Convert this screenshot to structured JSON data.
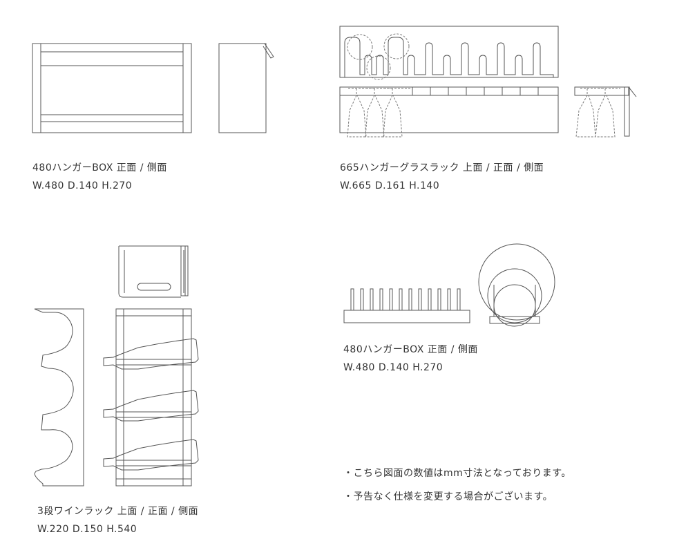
{
  "colors": {
    "line": "#555555",
    "text": "#333333",
    "background": "#ffffff"
  },
  "products": [
    {
      "title": "480ハンガーBOX 正面 / 側面",
      "dims": "W.480 D.140 H.270"
    },
    {
      "title": "665ハンガーグラスラック 上面 / 正面 / 側面",
      "dims": "W.665 D.161 H.140"
    },
    {
      "title": "3段ワインラック 上面 / 正面 / 側面",
      "dims": "W.220 D.150 H.540"
    },
    {
      "title": "480ハンガーBOX 正面 / 側面",
      "dims": "W.480 D.140 H.270"
    }
  ],
  "notes": [
    "・こちら図面の数値はmm寸法となっております。",
    "・予告なく仕様を変更する場合がございます。"
  ]
}
